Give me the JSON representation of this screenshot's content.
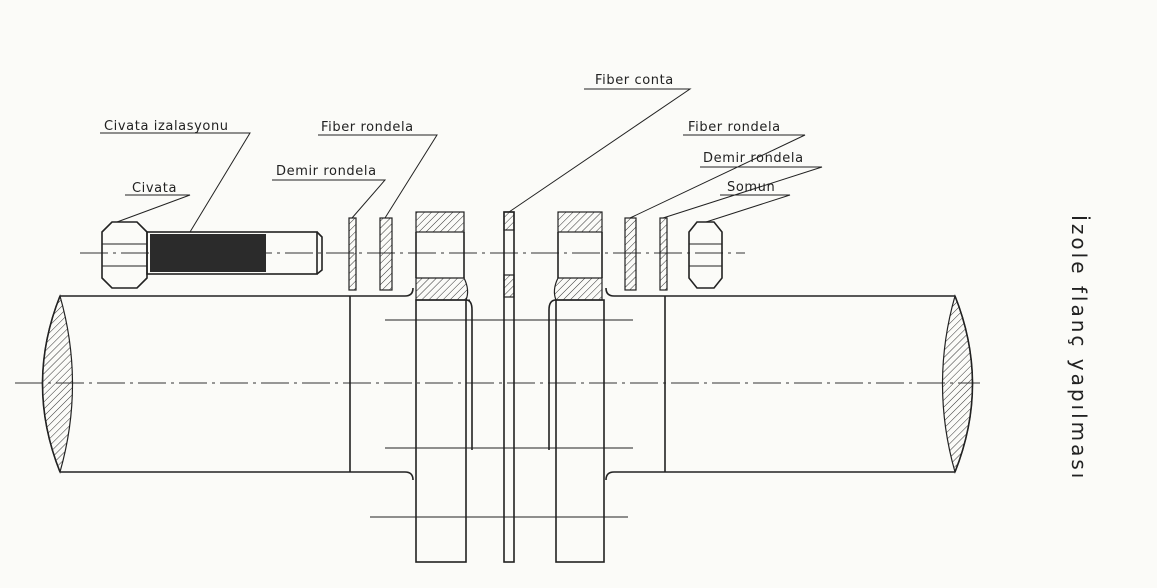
{
  "title": "İzole flanç yapılması",
  "labels": {
    "civata_izalasyonu": "Civata izalasyonu",
    "civata": "Civata",
    "demir_rondela_left": "Demir rondela",
    "fiber_rondela_left": "Fiber rondela",
    "fiber_conta": "Fiber conta",
    "fiber_rondela_right": "Fiber rondela",
    "demir_rondela_right": "Demir rondela",
    "somun": "Somun"
  },
  "colors": {
    "line": "#222222",
    "background": "#fbfbf8",
    "insulation_fill": "#2b2b2b"
  }
}
